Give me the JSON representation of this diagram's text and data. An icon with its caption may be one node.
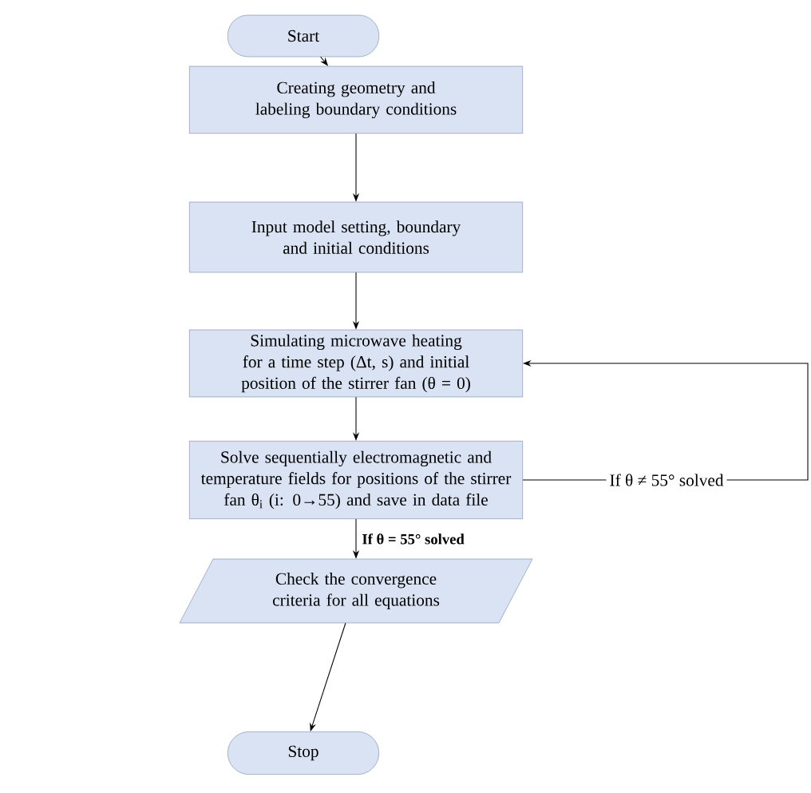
{
  "diagram": {
    "nodes": [
      {
        "text": [
          "Start"
        ]
      },
      {
        "text": [
          "Creating geometry and labeling boundary conditions"
        ]
      },
      {
        "text": [
          "Input model setting, boundary and initial conditions"
        ]
      },
      {
        "text": [
          "Simulating microwave heating for a time step (Δt, s) and initial position of the stirrer fan (θ = 0)"
        ]
      },
      {
        "text": [
          "Solve sequentially electromagnetic and temperature fields for positions of the stirrer fan θ$_{i}$ (i: 0→55) and save in data file"
        ]
      },
      {
        "text": [
          "Check the convergence criteria for all equations"
        ]
      },
      {
        "text": [
          "Stop"
        ]
      }
    ],
    "edges": [
      {
        "from": 0,
        "to": 1,
        "arrow": "to"
      },
      {
        "from": 1,
        "to": 2,
        "arrow": "to"
      },
      {
        "from": 2,
        "to": 3,
        "arrow": "to"
      },
      {
        "from": 3,
        "to": 4,
        "arrow": "to"
      },
      {
        "from": 4,
        "to": 3,
        "arrow": "to",
        "label": "If θ ≠ 55° solved"
      },
      {
        "from": 4,
        "to": 5,
        "arrow": "to",
        "label": "If θ = 55° solved"
      },
      {
        "from": 5,
        "to": 6,
        "arrow": "to"
      }
    ]
  }
}
